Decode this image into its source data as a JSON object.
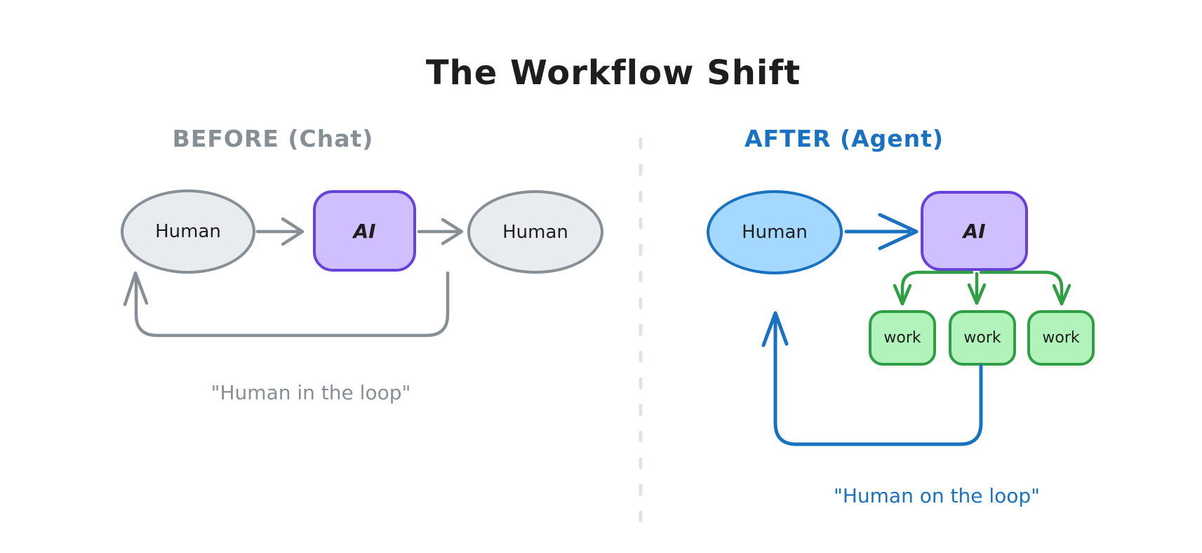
{
  "title": "The Workflow Shift",
  "before": {
    "label": "BEFORE (Chat)",
    "human_left": "Human",
    "ai": "AI",
    "human_right": "Human",
    "caption": "\"Human in the loop\""
  },
  "after": {
    "label": "AFTER (Agent)",
    "human": "Human",
    "ai": "AI",
    "work_items": [
      "work",
      "work",
      "work"
    ],
    "caption": "\"Human on the loop\""
  },
  "colors": {
    "title": "#1e1e1e",
    "gray_stroke": "#868e96",
    "gray_fill": "#e9ecef",
    "purple_stroke": "#6741d9",
    "purple_fill": "#d0bfff",
    "blue_stroke": "#1971c2",
    "blue_fill": "#a5d8ff",
    "green_stroke": "#2f9e44",
    "green_fill": "#b2f2bb",
    "divider": "#dde3e8",
    "background": "#ffffff"
  }
}
